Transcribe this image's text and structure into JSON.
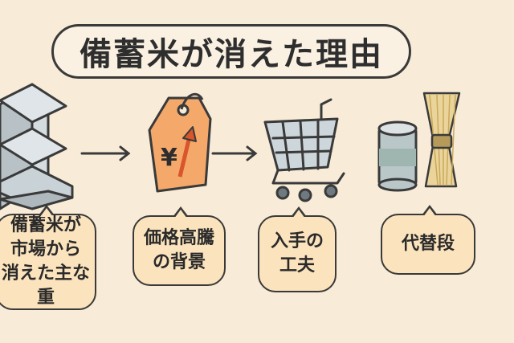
{
  "title": "備蓄米が消えた理由",
  "steps": [
    {
      "label": "備蓄米が\n市場から\n消えた主な重",
      "icon": "empty-shelf-icon"
    },
    {
      "label": "価格高騰\nの背景",
      "icon": "price-tag-yen-icon"
    },
    {
      "label": "入手の\n工夫",
      "icon": "shopping-cart-icon"
    },
    {
      "label": "代替段",
      "icon": "can-and-noodles-icon"
    }
  ],
  "tag_symbol": "¥",
  "colors": {
    "background": "#f8ecd8",
    "bubble": "#fbe3bd",
    "tag": "#f4a86a",
    "outline": "#3a3a3a"
  }
}
